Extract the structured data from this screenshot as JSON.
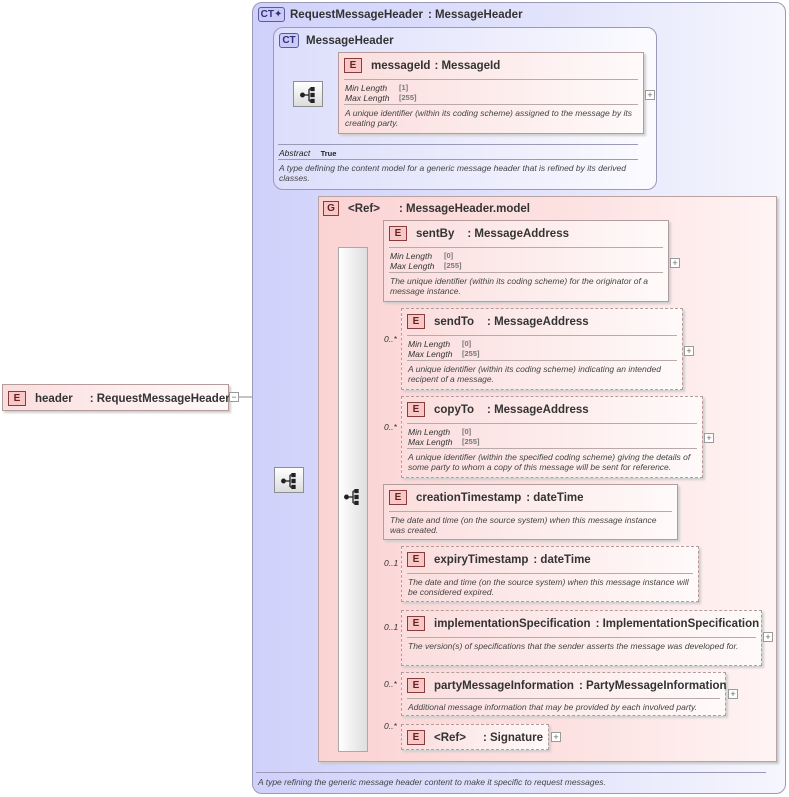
{
  "root": {
    "badge": "E",
    "name": "header",
    "type": ": RequestMessageHeader"
  },
  "ct_outer": {
    "badge": "CT",
    "name": "RequestMessageHeader",
    "type": ": MessageHeader",
    "doc": "A type refining the generic message header content to make it specific to request messages."
  },
  "ct_inner": {
    "badge": "CT",
    "name": "MessageHeader",
    "abstract_label": "Abstract",
    "abstract_value": "True",
    "doc": "A type defining the content model for a generic message header that is refined by its derived classes."
  },
  "message_id": {
    "badge": "E",
    "name": "messageId",
    "type": ": MessageId",
    "minlen_label": "Min Length",
    "minlen": "[1]",
    "maxlen_label": "Max Length",
    "maxlen": "[255]",
    "doc": "A unique identifier (within its coding scheme) assigned to the message by its creating party."
  },
  "group": {
    "badge": "G",
    "name": "<Ref>",
    "type": ": MessageHeader.model"
  },
  "elements": [
    {
      "badge": "E",
      "name": "sentBy",
      "type": ": MessageAddress",
      "card": "",
      "minlen_label": "Min Length",
      "minlen": "[0]",
      "maxlen_label": "Max Length",
      "maxlen": "[255]",
      "doc": "The unique identifier (within its coding scheme) for the originator of a message instance."
    },
    {
      "badge": "E",
      "name": "sendTo",
      "type": ": MessageAddress",
      "card": "0..*",
      "minlen_label": "Min Length",
      "minlen": "[0]",
      "maxlen_label": "Max Length",
      "maxlen": "[255]",
      "doc": "A unique identifier (within its coding scheme) indicating an intended recipent of a message."
    },
    {
      "badge": "E",
      "name": "copyTo",
      "type": ": MessageAddress",
      "card": "0..*",
      "minlen_label": "Min Length",
      "minlen": "[0]",
      "maxlen_label": "Max Length",
      "maxlen": "[255]",
      "doc": "A unique identifier (within the specified coding scheme) giving the details of some party to whom a copy of this message will be sent for reference."
    },
    {
      "badge": "E",
      "name": "creationTimestamp",
      "type": ": dateTime",
      "card": "",
      "doc": "The date and time (on the source system) when this message instance was created."
    },
    {
      "badge": "E",
      "name": "expiryTimestamp",
      "type": ": dateTime",
      "card": "0..1",
      "doc": "The date and time (on the source system) when this message instance will be considered expired."
    },
    {
      "badge": "E",
      "name": "implementationSpecification",
      "type": ": ImplementationSpecification",
      "card": "0..1",
      "doc": "The version(s) of specifications that the sender asserts the message was developed for."
    },
    {
      "badge": "E",
      "name": "partyMessageInformation",
      "type": ": PartyMessageInformation",
      "card": "0..*",
      "doc": "Additional message information that may be provided by each involved party."
    },
    {
      "badge": "E",
      "name": "<Ref>",
      "type": ": Signature",
      "card": "0..*"
    }
  ],
  "icons": {
    "expand": "plus-icon",
    "collapse": "minus-icon",
    "sequence": "sequence-compositor-icon"
  }
}
